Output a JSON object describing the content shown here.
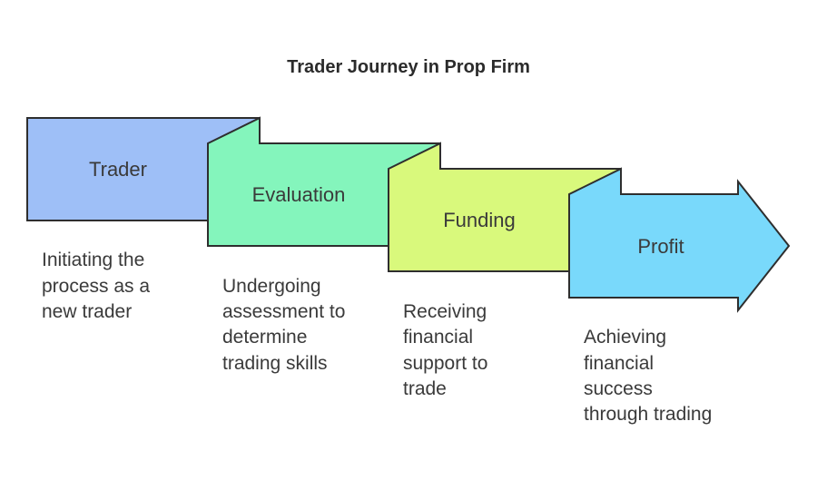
{
  "diagram": {
    "title": "Trader Journey in Prop Firm",
    "colors": {
      "stroke": "#2e2e2e",
      "text": "#3a3a3a"
    },
    "steps": [
      {
        "label": "Trader",
        "color": "#9ebff7",
        "description": [
          "Initiating the",
          "process as a",
          "new trader"
        ]
      },
      {
        "label": "Evaluation",
        "color": "#84f5bc",
        "description": [
          "Undergoing",
          "assessment to",
          "determine",
          "trading skills"
        ]
      },
      {
        "label": "Funding",
        "color": "#d9f97c",
        "description": [
          "Receiving",
          "financial",
          "support to",
          "trade"
        ]
      },
      {
        "label": "Profit",
        "color": "#79d9fb",
        "description": [
          "Achieving",
          "financial",
          "success",
          "through trading"
        ]
      }
    ]
  }
}
